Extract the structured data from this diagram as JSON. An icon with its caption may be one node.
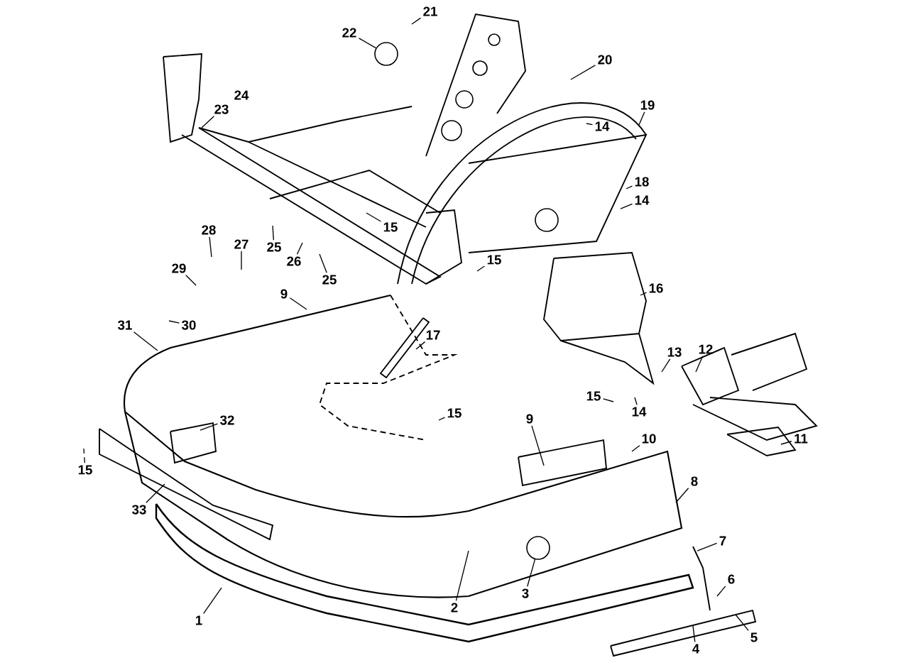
{
  "diagram": {
    "nodes": [
      {
        "text": [
          "1"
        ]
      },
      {
        "text": [
          "2"
        ]
      },
      {
        "text": [
          "3"
        ]
      },
      {
        "text": [
          "4"
        ]
      },
      {
        "text": [
          "5"
        ]
      },
      {
        "text": [
          "6"
        ]
      },
      {
        "text": [
          "7"
        ]
      },
      {
        "text": [
          "8"
        ]
      },
      {
        "text": [
          "9"
        ]
      },
      {
        "text": [
          "9"
        ]
      },
      {
        "text": [
          "10"
        ]
      },
      {
        "text": [
          "11"
        ]
      },
      {
        "text": [
          "12"
        ]
      },
      {
        "text": [
          "13"
        ]
      },
      {
        "text": [
          "14"
        ]
      },
      {
        "text": [
          "15"
        ]
      },
      {
        "text": [
          "15"
        ]
      },
      {
        "text": [
          "15"
        ]
      },
      {
        "text": [
          "15"
        ]
      },
      {
        "text": [
          "15"
        ]
      },
      {
        "text": [
          "16"
        ]
      },
      {
        "text": [
          "17"
        ]
      },
      {
        "text": [
          "18"
        ]
      },
      {
        "text": [
          "14"
        ]
      },
      {
        "text": [
          "14"
        ]
      },
      {
        "text": [
          "19"
        ]
      },
      {
        "text": [
          "20"
        ]
      },
      {
        "text": [
          "21"
        ]
      },
      {
        "text": [
          "22"
        ]
      },
      {
        "text": [
          "23"
        ]
      },
      {
        "text": [
          "25"
        ]
      },
      {
        "text": [
          "25"
        ]
      },
      {
        "text": [
          "26"
        ]
      },
      {
        "text": [
          "27"
        ]
      },
      {
        "text": [
          "28"
        ]
      },
      {
        "text": [
          "29"
        ]
      },
      {
        "text": [
          "30"
        ]
      },
      {
        "text": [
          "31"
        ]
      },
      {
        "text": [
          "32"
        ]
      },
      {
        "text": [
          "33"
        ]
      },
      {
        "text": [],
        "shape": "circle"
      },
      {
        "text": [],
        "shape": "circle"
      }
    ],
    "edges": [
      {
        "from": 0,
        "to": null,
        "arrow": "none"
      },
      {
        "from": 1,
        "to": null,
        "arrow": "none"
      },
      {
        "from": 2,
        "to": 40,
        "arrow": "none"
      },
      {
        "from": 3,
        "to": null,
        "arrow": "none"
      },
      {
        "from": 4,
        "to": null,
        "arrow": "none"
      },
      {
        "from": 5,
        "to": null,
        "arrow": "none"
      },
      {
        "from": 6,
        "to": null,
        "arrow": "none"
      },
      {
        "from": 7,
        "to": null,
        "arrow": "none"
      },
      {
        "from": 8,
        "to": null,
        "arrow": "none"
      },
      {
        "from": 9,
        "to": null,
        "arrow": "none"
      },
      {
        "from": 10,
        "to": null,
        "arrow": "none"
      },
      {
        "from": 11,
        "to": null,
        "arrow": "none"
      },
      {
        "from": 12,
        "to": null,
        "arrow": "none"
      },
      {
        "from": 13,
        "to": null,
        "arrow": "none"
      },
      {
        "from": 14,
        "to": null,
        "arrow": "none"
      },
      {
        "from": 15,
        "to": null,
        "arrow": "none"
      },
      {
        "from": 16,
        "to": null,
        "arrow": "none"
      },
      {
        "from": 17,
        "to": null,
        "arrow": "none",
        "style": "dashed"
      },
      {
        "from": 18,
        "to": null,
        "arrow": "none"
      },
      {
        "from": 19,
        "to": null,
        "arrow": "none"
      },
      {
        "from": 20,
        "to": null,
        "arrow": "none"
      },
      {
        "from": 21,
        "to": null,
        "arrow": "none"
      },
      {
        "from": 22,
        "to": null,
        "arrow": "none"
      },
      {
        "from": 23,
        "to": null,
        "arrow": "none"
      },
      {
        "from": 24,
        "to": null,
        "arrow": "none"
      },
      {
        "from": 25,
        "to": null,
        "arrow": "none"
      },
      {
        "from": 26,
        "to": null,
        "arrow": "none"
      },
      {
        "from": 27,
        "to": null,
        "arrow": "none"
      },
      {
        "from": 28,
        "to": 41,
        "arrow": "none"
      },
      {
        "from": 29,
        "to": null,
        "arrow": "none"
      },
      {
        "from": 30,
        "to": null,
        "arrow": "none"
      },
      {
        "from": 31,
        "to": null,
        "arrow": "none"
      },
      {
        "from": 32,
        "to": null,
        "arrow": "none"
      },
      {
        "from": 33,
        "to": null,
        "arrow": "none"
      },
      {
        "from": 34,
        "to": null,
        "arrow": "none"
      },
      {
        "from": 35,
        "to": null,
        "arrow": "none"
      },
      {
        "from": 36,
        "to": null,
        "arrow": "none"
      },
      {
        "from": 37,
        "to": null,
        "arrow": "none"
      },
      {
        "from": 38,
        "to": null,
        "arrow": "none"
      },
      {
        "from": 39,
        "to": null,
        "arrow": "none"
      }
    ],
    "labels": [
      "24"
    ]
  }
}
